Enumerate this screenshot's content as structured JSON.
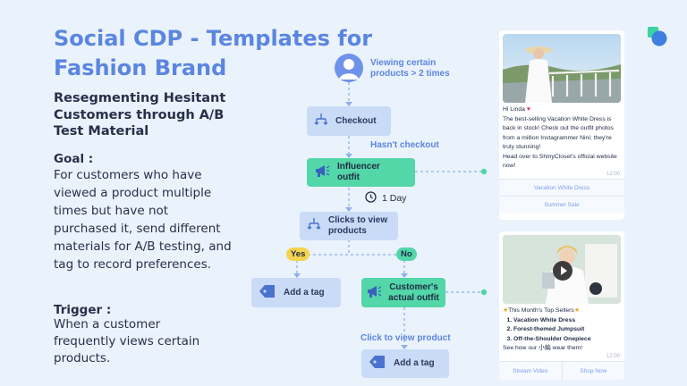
{
  "title": "Social CDP - Templates for Fashion Brand",
  "subtitle": "Resegmenting Hesitant Customers through A/B Test Material",
  "goal": {
    "heading": "Goal :",
    "text": "For customers who have viewed a product multiple times but have not purchased it, send different materials for A/B testing, and tag to record preferences."
  },
  "trigger": {
    "heading": "Trigger :",
    "text": "When a customer frequently views certain products."
  },
  "flow": {
    "start_label": "Viewing certain products > 2 times",
    "checkout": "Checkout",
    "hasnt_checkout": "Hasn't checkout",
    "influencer": "Influencer outfit",
    "wait": "1 Day",
    "clicks": "Clicks to view products",
    "yes": "Yes",
    "no": "No",
    "add_tag_left": "Add a tag",
    "customer_outfit": "Customer's actual outfit",
    "click_to_view": "Click to view product",
    "add_tag_bottom": "Add a tag"
  },
  "card1": {
    "greeting": "Hi Linda",
    "body": "The best-selling Vacation White Dress is back in stock! Check out the outfit photos from a million Instagrammer Nini; they're truly stunning!",
    "cta": "Head over to ShinyCloset's official website now!",
    "time": "12:00",
    "buttons": [
      "Vacation White Dress",
      "Summer Sale"
    ]
  },
  "card2": {
    "headline": "This Month's Top Sellers",
    "items": [
      "Vacation White Dress",
      "Forest-themed Jumpsuit",
      "Off-the-Shoulder Onepiece"
    ],
    "footer": "See how our 小編 wear them!",
    "time": "12:00",
    "buttons": [
      "Stream Video",
      "Shop Now"
    ]
  },
  "colors": {
    "accent": "#5b86e0",
    "green_node": "#53d6a8",
    "blue_node": "#c9dbf7",
    "yes_pill": "#f3d44e",
    "background": "#eaf2fc"
  },
  "icons": [
    "user-avatar-icon",
    "checkout-flow-icon",
    "megaphone-icon",
    "clock-icon",
    "tag-icon",
    "play-icon",
    "heart-icon",
    "fire-icon",
    "brand-logo-icon"
  ]
}
